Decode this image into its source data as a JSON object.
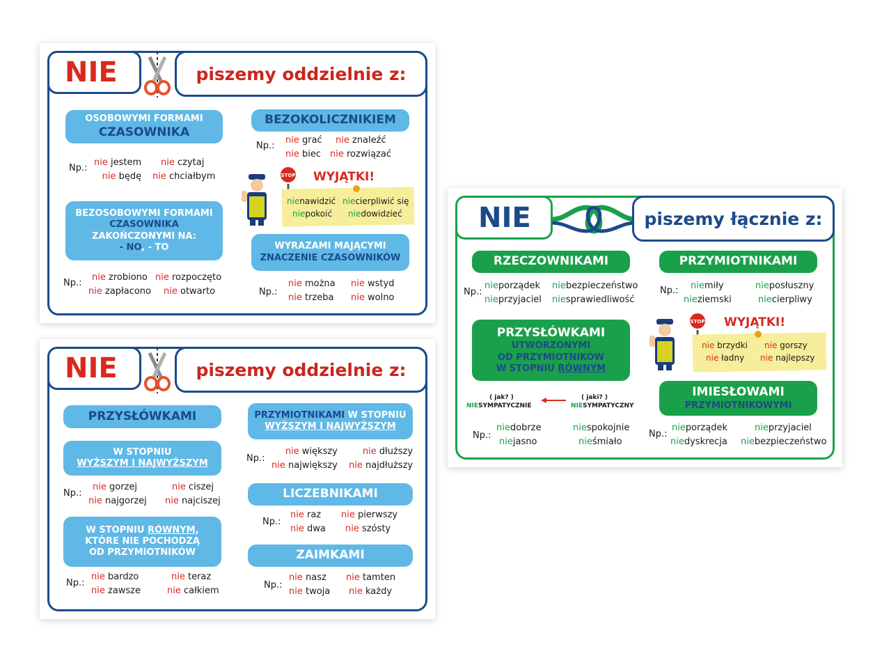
{
  "poster1": {
    "nie": "NIE",
    "title": "piszemy oddzielnie z:",
    "osobowe": {
      "line1": "OSOBOWYMI FORMAMI",
      "line2": "CZASOWNIKA"
    },
    "ex1": {
      "np": "Np.:",
      "a1p": "nie",
      "a1": " jestem",
      "b1p": "nie",
      "b1": " czytaj",
      "a2p": "nie",
      "a2": " będę",
      "b2p": "nie",
      "b2": " chciałbym"
    },
    "bezosobowe": {
      "line1": "BEZOSOBOWYMI FORMAMI",
      "line2": "CZASOWNIKA",
      "line3": "ZAKOŃCZONYMI NA:",
      "line4a": "- NO",
      "line4b": ", - TO"
    },
    "ex2": {
      "np": "Np.:",
      "a1p": "nie",
      "a1": " zrobiono",
      "b1p": "nie",
      "b1": " rozpoczęto",
      "a2p": "nie",
      "a2": " zapłacono",
      "b2p": "nie",
      "b2": " otwarto"
    },
    "bezok": {
      "label": "BEZOKOLICZNIKIEM"
    },
    "ex3": {
      "np": "Np.:",
      "a1p": "nie",
      "a1": " grać",
      "b1p": "nie",
      "b1": " znaleźć",
      "a2p": "nie",
      "a2": " biec",
      "b2p": "nie",
      "b2": " rozwiązać"
    },
    "wyjatki": {
      "label": "WYJĄTKI!",
      "stop": "STOP",
      "a1p": "nie",
      "a1": "nawidzić",
      "b1p": "nie",
      "b1": "cierpliwić się",
      "a2p": "nie",
      "a2": "pokoić",
      "b2p": "nie",
      "b2": "dowidzieć"
    },
    "wyrazami": {
      "line1": "WYRAZAMI MAJĄCYMI",
      "line2": "ZNACZENIE CZASOWNIKÓW"
    },
    "ex4": {
      "np": "Np.:",
      "a1p": "nie",
      "a1": " można",
      "b1p": "nie",
      "b1": " wstyd",
      "a2p": "nie",
      "a2": " trzeba",
      "b2p": "nie",
      "b2": " wolno"
    }
  },
  "poster2": {
    "nie": "NIE",
    "title": "piszemy oddzielnie z:",
    "przysl": {
      "label": "PRZYSŁÓWKAMI"
    },
    "wyzszym": {
      "line1": "W STOPNIU",
      "line2": "WYŻSZYM I NAJWYŻSZYM"
    },
    "ex1": {
      "np": "Np.:",
      "a1p": "nie",
      "a1": " gorzej",
      "b1p": "nie",
      "b1": " ciszej",
      "a2p": "nie",
      "a2": " najgorzej",
      "b2p": "nie",
      "b2": " najciszej"
    },
    "rownym": {
      "line1a": "W STOPNIU ",
      "line1b": "RÓWNYM",
      "line1c": ",",
      "line2": "KTÓRE NIE POCHODZĄ",
      "line3": "OD PRZYMIOTNIKÓW"
    },
    "ex2": {
      "np": "Np.:",
      "a1p": "nie",
      "a1": " bardzo",
      "b1p": "nie",
      "b1": " teraz",
      "a2p": "nie",
      "a2": " zawsze",
      "b2p": "nie",
      "b2": " całkiem"
    },
    "przym": {
      "line1a": "PRZYMIOTNIKAMI",
      "line1b": " W STOPNIU",
      "line2": "WYŻSZYM I NAJWYŻSZYM"
    },
    "ex3": {
      "np": "Np.:",
      "a1p": "nie",
      "a1": " większy",
      "b1p": "nie",
      "b1": " dłuższy",
      "a2p": "nie",
      "a2": " największy",
      "b2p": "nie",
      "b2": " najdłuższy"
    },
    "liczeb": {
      "label": "LICZEBNIKAMI"
    },
    "ex4": {
      "np": "Np.:",
      "a1p": "nie",
      "a1": " raz",
      "b1p": "nie",
      "b1": " pierwszy",
      "a2p": "nie",
      "a2": " dwa",
      "b2p": "nie",
      "b2": " szósty"
    },
    "zaimki": {
      "label": "ZAIMKAMI"
    },
    "ex5": {
      "np": "Np.:",
      "a1p": "nie",
      "a1": " nasz",
      "b1p": "nie",
      "b1": " tamten",
      "a2p": "nie",
      "a2": " twoja",
      "b2p": "nie",
      "b2": " każdy"
    }
  },
  "poster3": {
    "nie": "NIE",
    "title": "piszemy łącznie z:",
    "rzecz": {
      "label": "RZECZOWNIKAMI"
    },
    "ex1": {
      "np": "Np.:",
      "a1p": "nie",
      "a1": "porządek",
      "b1p": "nie",
      "b1": "bezpieczeństwo",
      "a2p": "nie",
      "a2": "przyjaciel",
      "b2p": "nie",
      "b2": "sprawiedliwość"
    },
    "przym": {
      "label": "PRZYMIOTNIKAMI"
    },
    "ex2": {
      "np": "Np.:",
      "a1p": "nie",
      "a1": "miły",
      "b1p": "nie",
      "b1": "posłuszny",
      "a2p": "nie",
      "a2": "ziemski",
      "b2p": "nie",
      "b2": "cierpliwy"
    },
    "przysl": {
      "line1": "PRZYSŁÓWKAMI",
      "line2": "UTWORZONYMI",
      "line3": "OD PRZYMIOTNIKÓW",
      "line4a": "W STOPNIU ",
      "line4b": "RÓWNYM"
    },
    "jak": {
      "q1": "( jak? )",
      "q2": "( jaki? )",
      "w1p": "NIE",
      "w1": "SYMPATYCZNIE",
      "w2p": "NIE",
      "w2": "SYMPATYCZNY"
    },
    "wyjatki": {
      "label": "WYJĄTKI!",
      "stop": "STOP",
      "a1p": "nie",
      "a1": " brzydki",
      "b1p": "nie",
      "b1": " gorszy",
      "a2p": "nie",
      "a2": " ładny",
      "b2p": "nie",
      "b2": " najlepszy"
    },
    "imies": {
      "line1": "IMIESŁOWAMI",
      "line2": "PRZYMIOTNIKOWYMI"
    },
    "ex3": {
      "np": "Np.:",
      "a1p": "nie",
      "a1": "dobrze",
      "b1p": "nie",
      "b1": "spokojnie",
      "a2p": "nie",
      "a2": "jasno",
      "b2p": "nie",
      "b2": "śmiało"
    },
    "ex4": {
      "np": "Np.:",
      "a1p": "nie",
      "a1": "porządek",
      "b1p": "nie",
      "b1": "przyjaciel",
      "a2p": "nie",
      "a2": "dyskrecja",
      "b2p": "nie",
      "b2": "bezpieczeństwo"
    }
  },
  "colors": {
    "red": "#d9291f",
    "blue": "#1b4a8b",
    "lightblue": "#5fb8e6",
    "green": "#1aa04a",
    "note": "#f6ee9a"
  },
  "icons": [
    "scissors-icon",
    "knot-icon",
    "police-officer-icon",
    "stop-sign-icon",
    "pin-icon",
    "arrow-left-icon"
  ]
}
